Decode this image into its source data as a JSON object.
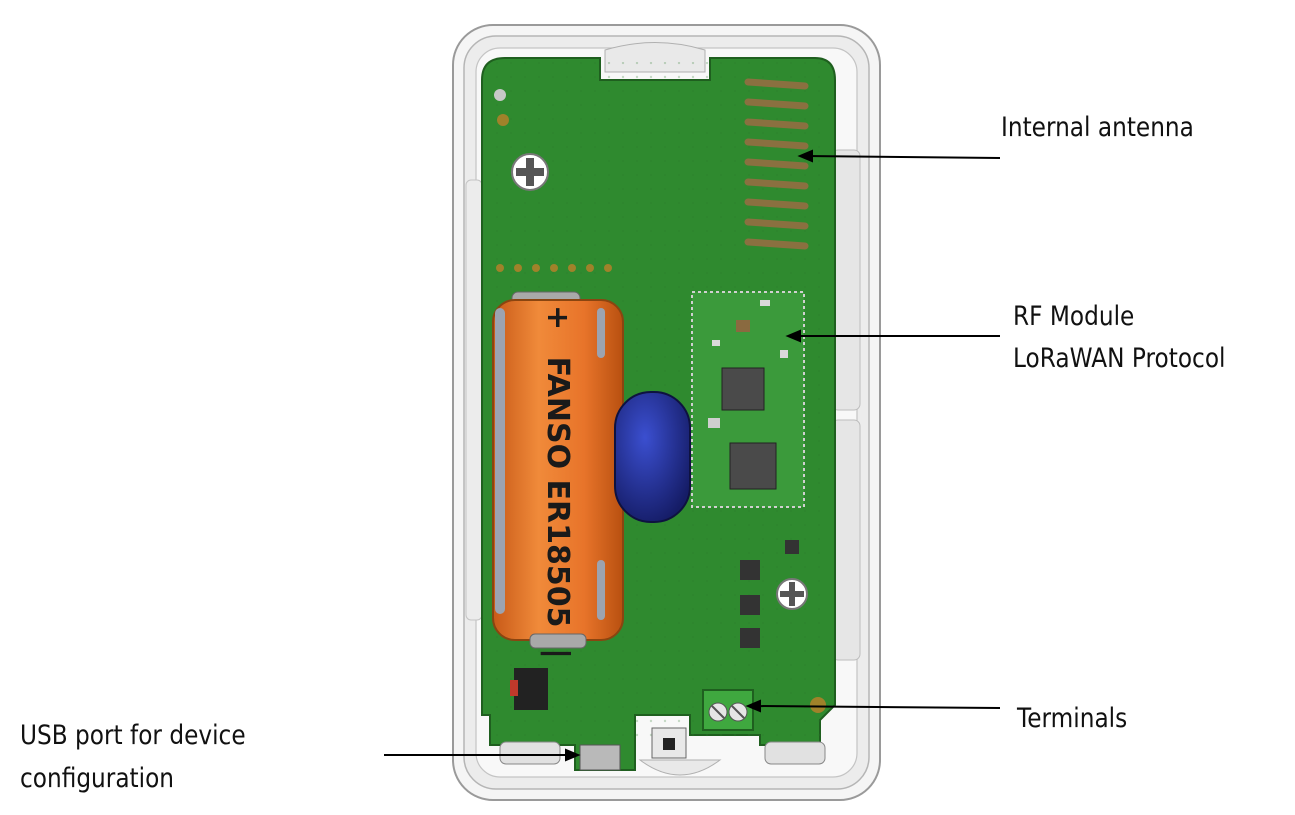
{
  "annotations": {
    "antenna": "Internal antenna",
    "rf_module_line1": "RF Module",
    "rf_module_line2": "LoRaWAN Protocol",
    "terminals": "Terminals",
    "usb_line1": "USB port for device",
    "usb_line2": "configuration"
  },
  "battery": {
    "symbol": "+",
    "brand": "FANSO ER18505",
    "minus": "|"
  },
  "colors": {
    "pcb": "#2f8a2f",
    "pcb_dark": "#1f5f1f",
    "battery": "#e8742a",
    "capacitor": "#1f2a8a",
    "terminal_block": "#3fa83f",
    "leader_line": "#000000"
  }
}
